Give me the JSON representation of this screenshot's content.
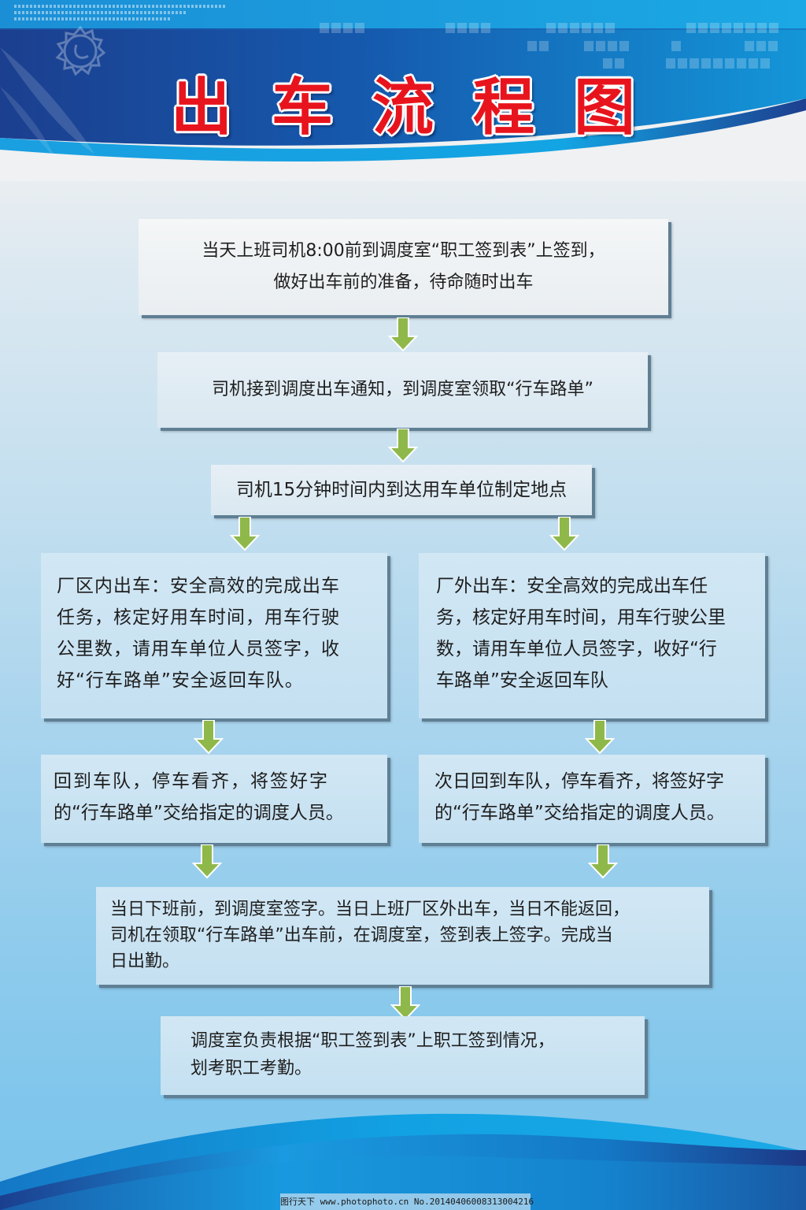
{
  "header": {
    "title": "出车流程图",
    "logo_icon": "gear-emblem-icon",
    "colors": {
      "title_red": "#e8141d",
      "banner_dark": "#1b4fa0",
      "banner_light": "#1aa3e0"
    }
  },
  "flow": {
    "step1": {
      "lines": [
        "当天上班司机8:00前到调度室“职工签到表”上签到，",
        "做好出车前的准备，待命随时出车"
      ]
    },
    "step2": {
      "text": "司机接到调度出车通知，到调度室领取“行车路单”"
    },
    "step3": {
      "text": "司机15分钟时间内到达用车单位制定地点"
    },
    "branch_left": {
      "step4": {
        "lines": [
          "厂区内出车：安全高效的完成出车",
          "任务，核定好用车时间，用车行驶",
          "公里数，请用车单位人员签字，收",
          "好“行车路单”安全返回车队。"
        ]
      },
      "step5": {
        "lines": [
          "回到车队，停车看齐，将签好字",
          "的“行车路单”交给指定的调度人员。"
        ]
      }
    },
    "branch_right": {
      "step4": {
        "lines": [
          "厂外出车：安全高效的完成出车任",
          "务，核定好用车时间，用车行驶公里",
          "数，请用车单位人员签字，收好“行",
          "车路单”安全返回车队"
        ]
      },
      "step5": {
        "lines": [
          "次日回到车队，停车看齐，将签好字",
          "的“行车路单”交给指定的调度人员。"
        ]
      }
    },
    "step6": {
      "lines": [
        "当日下班前，到调度室签字。当日上班厂区外出车，当日不能返回，",
        "司机在领取“行车路单”出车前，在调度室，签到表上签字。完成当",
        "日出勤。"
      ]
    },
    "step7": {
      "lines": [
        "调度室负责根据“职工签到表”上职工签到情况，",
        "划考职工考勤。"
      ]
    },
    "arrow_color": "#8fb84a"
  },
  "footer": {
    "watermark": "图行天下 www.photophoto.cn  No.20140406008313004216"
  }
}
